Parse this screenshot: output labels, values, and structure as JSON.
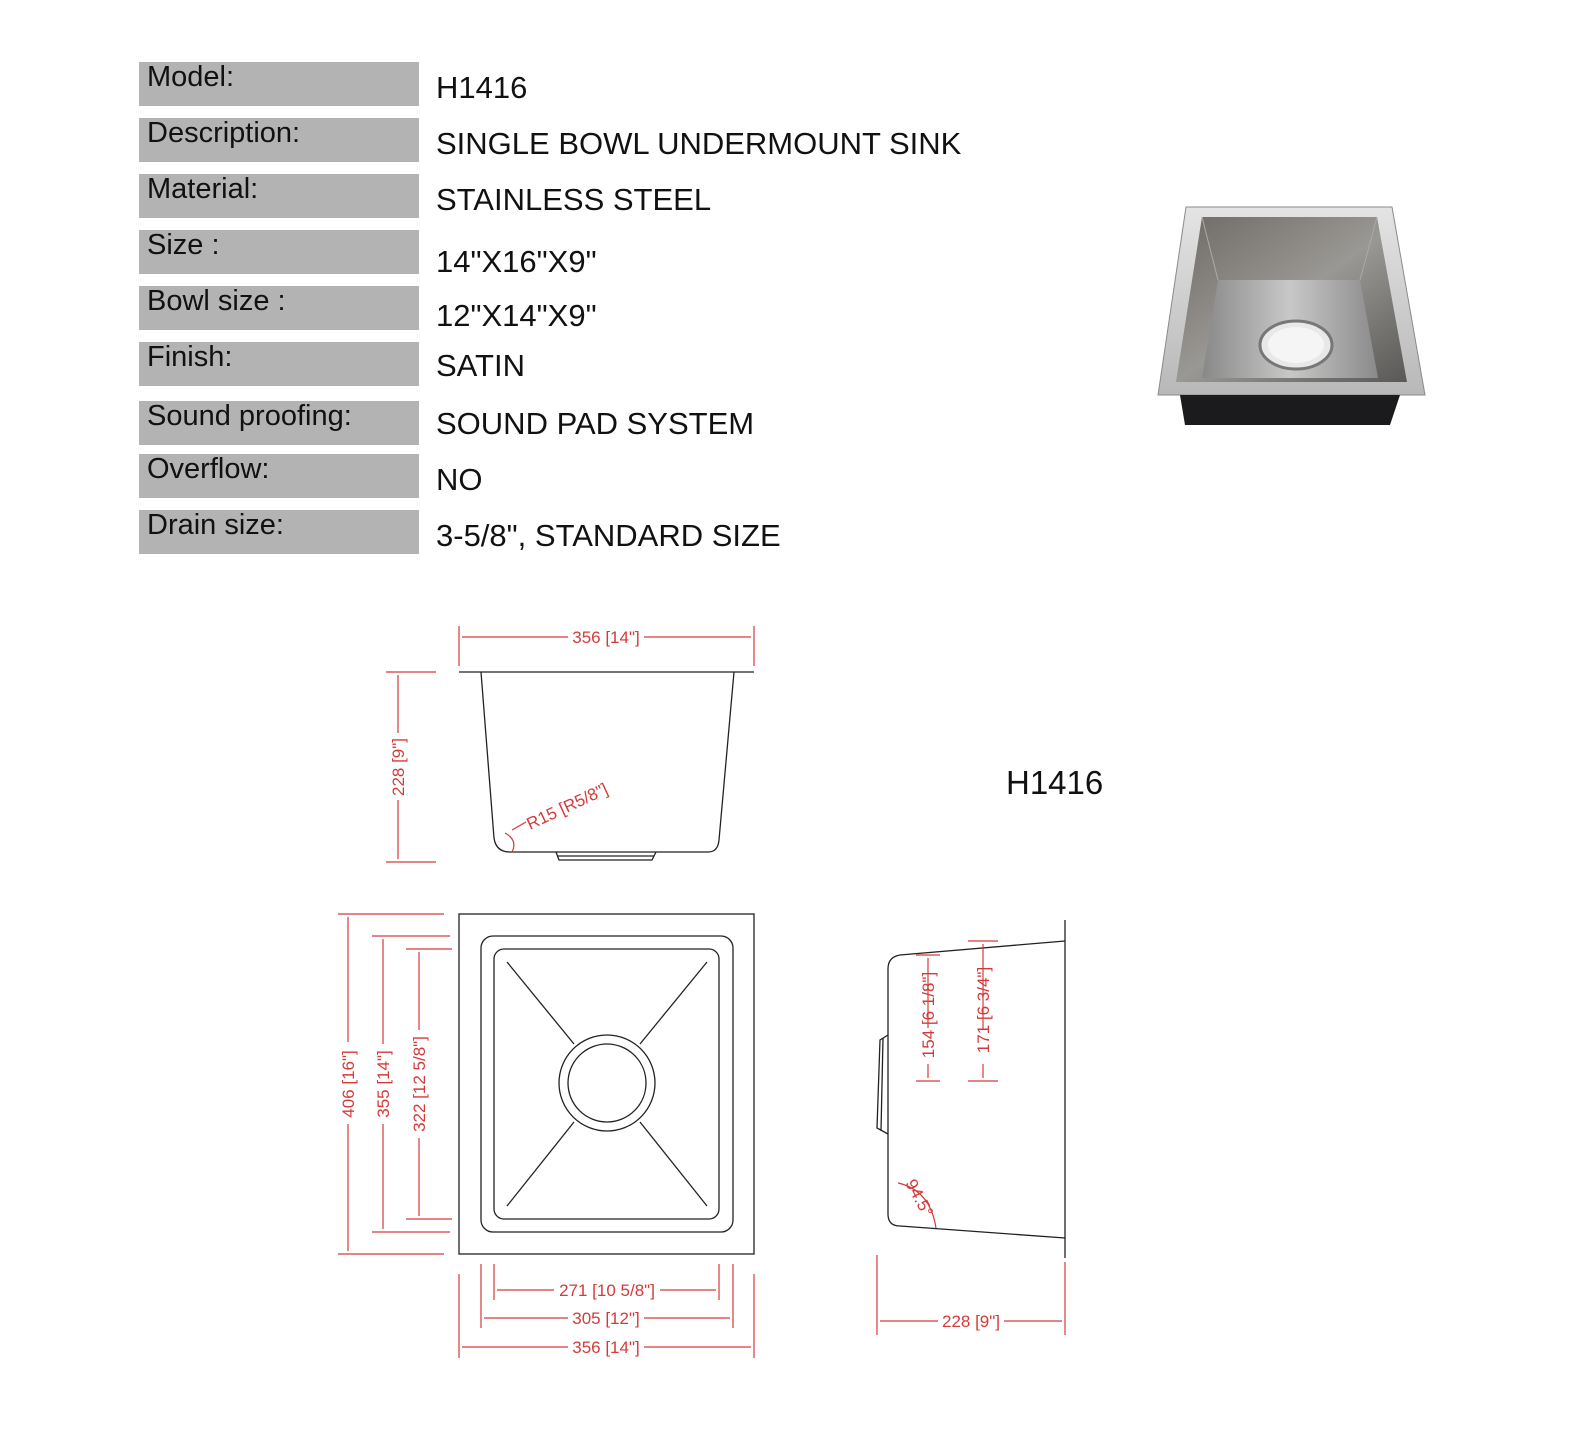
{
  "specs": [
    {
      "label": "Model:",
      "value": "H1416"
    },
    {
      "label": "Description:",
      "value": "SINGLE BOWL UNDERMOUNT SINK"
    },
    {
      "label": "Material:",
      "value": "STAINLESS STEEL"
    },
    {
      "label": "Size :",
      "value": "14\"X16\"X9\""
    },
    {
      "label": "Bowl size :",
      "value": "12\"X14\"X9\""
    },
    {
      "label": "Finish:",
      "value": "SATIN"
    },
    {
      "label": "Sound proofing:",
      "value": "SOUND PAD SYSTEM"
    },
    {
      "label": "Overflow:",
      "value": "NO"
    },
    {
      "label": "Drain size:",
      "value": "3-5/8\", STANDARD  SIZE"
    }
  ],
  "drawing": {
    "model": "H1416",
    "dims": {
      "front_width": "356 [14\"]",
      "front_height": "228 [9\"]",
      "radius": "R15 [R5/8\"]",
      "top_outer_length": "406 [16\"]",
      "top_mid_length": "355 [14\"]",
      "top_inner_length": "322 [12 5/8\"]",
      "top_inner_width": "271 [10 5/8\"]",
      "top_mid_width": "305 [12\"]",
      "top_outer_width": "356 [14\"]",
      "side_depth_a": "154 [6 1/8\"]",
      "side_depth_b": "171 [6 3/4\"]",
      "side_angle": "94.5°",
      "side_width": "228 [9\"]"
    }
  },
  "colors": {
    "label_bg": "#b3b3b3",
    "dim_red": "#d43a3a",
    "line": "#222222"
  }
}
